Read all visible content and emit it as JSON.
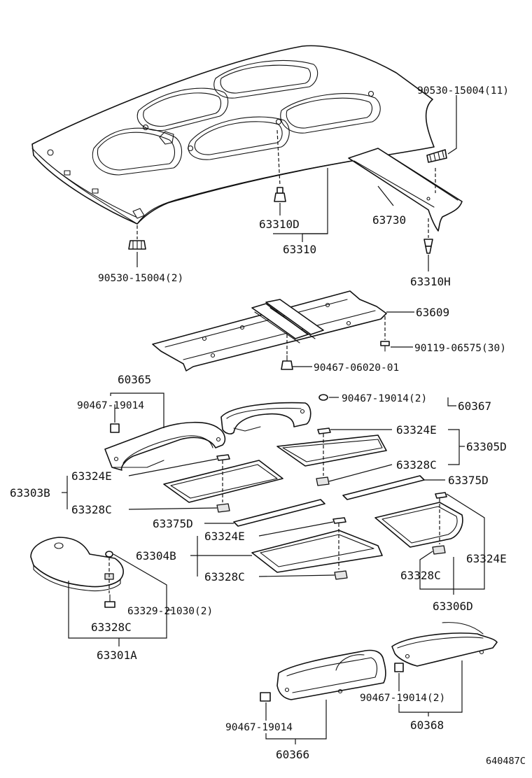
{
  "colors": {
    "line": "#111111",
    "background": "#ffffff",
    "fill_shade": "#e4e4e4"
  },
  "labels": {
    "clip_top_right": "90530-15004(11)",
    "clip_top_left": "90530-15004(2)",
    "p63310D": "63310D",
    "p63310": "63310",
    "p63730": "63730",
    "p63310H": "63310H",
    "p63609": "63609",
    "screw_30": "90119-06575(30)",
    "nut_60365": "90467-06020-01",
    "p60365": "60365",
    "clip_60365": "90467-19014",
    "clip_60367": "90467-19014(2)",
    "p60367": "60367",
    "p63324E_a": "63324E",
    "p63305D": "63305D",
    "p63328C_a": "63328C",
    "p63324E_b": "63324E",
    "p63303B": "63303B",
    "p63375D_a": "63375D",
    "p63328C_b": "63328C",
    "p63375D_b": "63375D",
    "p63324E_c": "63324E",
    "p63304B": "63304B",
    "p63328C_c": "63328C",
    "p63324E_d": "63324E",
    "p63328C_d": "63328C",
    "p63306D": "63306D",
    "p63329": "63329-21030(2)",
    "p63328C_e": "63328C",
    "p63301A": "63301A",
    "clip_60368": "90467-19014(2)",
    "p60368": "60368",
    "clip_60366": "90467-19014",
    "p60366": "60366",
    "diagram_code": "640487C"
  }
}
